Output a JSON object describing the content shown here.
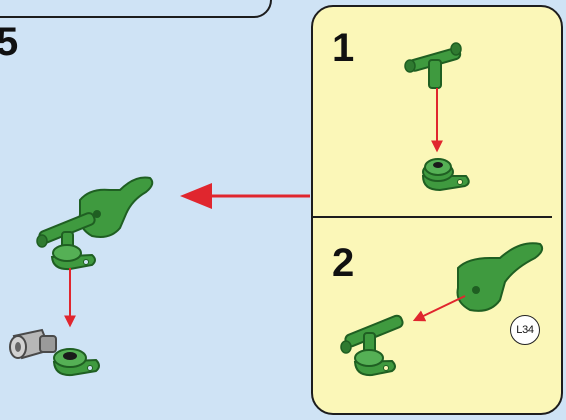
{
  "steps": {
    "main_number": "5",
    "sub_steps": [
      {
        "number": "1"
      },
      {
        "number": "2"
      }
    ]
  },
  "part_callout": {
    "label": "L34"
  },
  "colors": {
    "background": "#cfe3f5",
    "panel": "#fbf7b8",
    "part_green": "#3f9a3f",
    "part_dark": "#1f5f22",
    "part_gray": "#9a9a9a",
    "arrow": "#e0262e"
  },
  "icons": [
    "green-hose-clip-icon",
    "green-connector-icon",
    "gray-pin-icon",
    "assembly-arrow-icon"
  ]
}
